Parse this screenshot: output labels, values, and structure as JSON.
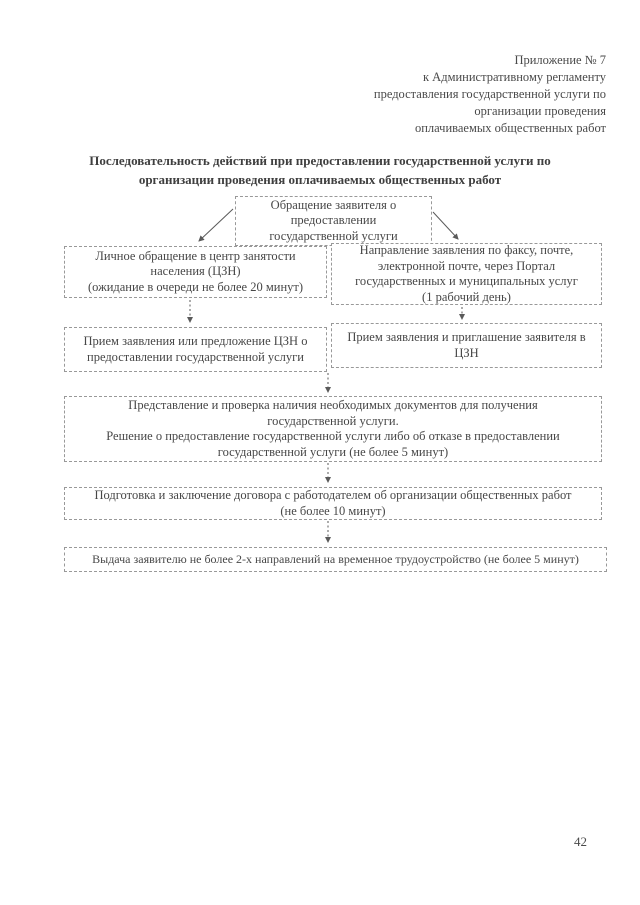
{
  "page": {
    "number": "42"
  },
  "header": {
    "lines": [
      "Приложение № 7",
      "к Административному регламенту",
      "предоставления государственной услуги по",
      "организации проведения",
      "оплачиваемых общественных работ"
    ]
  },
  "title": "Последовательность действий при предоставлении государственной услуги по\nорганизации проведения оплачиваемых общественных работ",
  "flowchart": {
    "nodes": {
      "start": "Обращение заявителя о\nпредоставлении\nгосударственной услуги",
      "personal_visit": "Личное обращение в центр занятости\nнаселения (ЦЗН)\n(ожидание в очереди не более 20 минут)",
      "remote_application": "Направление заявления по факсу, почте,\nэлектронной почте, через Портал\nгосударственных и муниципальных услуг\n(1 рабочий день)",
      "acceptance_offer": "Прием заявления или предложение ЦЗН о\nпредоставлении государственной услуги",
      "acceptance_invitation": "Прием заявления и приглашение заявителя в\nЦЗН",
      "documents_check": "Представление и проверка наличия необходимых документов для получения\nгосударственной услуги.\nРешение о предоставление государственной услуги либо об отказе в предоставлении\nгосударственной услуги (не более 5 минут)",
      "contract": "Подготовка и заключение договора с работодателем об организации общественных работ\n(не более 10 минут)",
      "referrals_issue": "Выдача заявителю не более 2-х направлений на временное трудоустройство (не более 5 минут)"
    }
  },
  "colors": {
    "text": "#474747",
    "box_border": "#999999",
    "arrow": "#5a5a5a",
    "background": "#ffffff"
  }
}
